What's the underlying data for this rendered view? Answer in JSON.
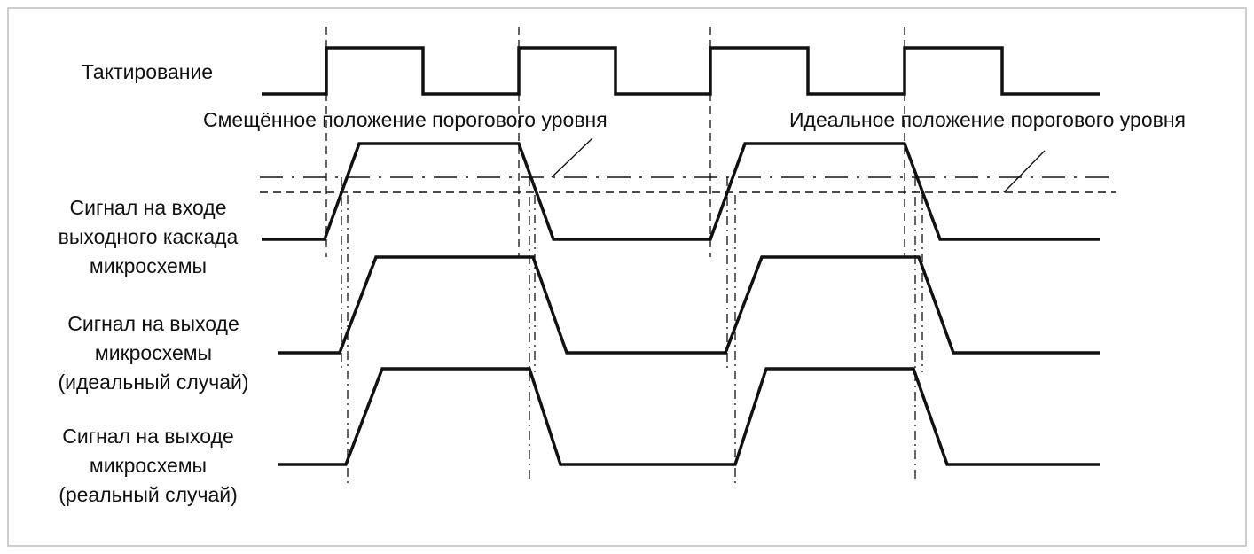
{
  "labels": {
    "clock": "Тактирование",
    "input_signal": [
      "Сигнал на входе",
      "выходного каскада",
      "микросхемы"
    ],
    "output_ideal": [
      "Сигнал на выходе",
      "микросхемы",
      "(идеальный случай)"
    ],
    "output_real": [
      "Сигнал на выходе",
      "микросхемы",
      "(реальный случай)"
    ]
  },
  "annotations": {
    "shifted_threshold": "Смещённое положение порогового уровня",
    "ideal_threshold": "Идеальное положение порогового уровня"
  }
}
